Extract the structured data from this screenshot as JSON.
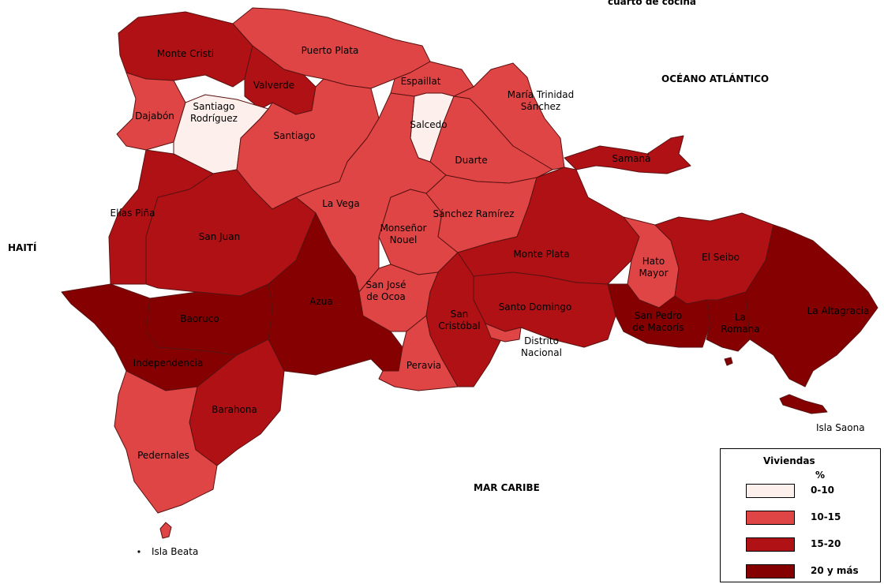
{
  "map": {
    "header_fragment": "cuarto de cocina",
    "sea_labels": {
      "atlantic": "OCÉANO ATLÁNTICO",
      "caribbean": "MAR CARIBE",
      "haiti": "HAITÍ"
    },
    "islands": {
      "saona": "Isla Saona",
      "beata": "Isla Beata"
    },
    "class_colors": {
      "0-10": "#fdf0ec",
      "10-15": "#e04545",
      "15-20": "#b01114",
      "20+": "#850000"
    },
    "provinces": [
      {
        "id": "monte-cristi",
        "label": "Monte Cristi",
        "class": "15-20"
      },
      {
        "id": "puerto-plata",
        "label": "Puerto Plata",
        "class": "10-15"
      },
      {
        "id": "valverde",
        "label": "Valverde",
        "class": "15-20"
      },
      {
        "id": "espaillat",
        "label": "Espaillat",
        "class": "10-15"
      },
      {
        "id": "maria-trinidad-sanchez",
        "label": "María Trinidad Sánchez",
        "lines": [
          "María Trinidad",
          "Sánchez"
        ],
        "class": "10-15"
      },
      {
        "id": "dajabon",
        "label": "Dajabón",
        "class": "10-15"
      },
      {
        "id": "santiago-rodriguez",
        "label": "Santiago Rodríguez",
        "lines": [
          "Santiago",
          "Rodríguez"
        ],
        "class": "0-10"
      },
      {
        "id": "santiago",
        "label": "Santiago",
        "class": "10-15"
      },
      {
        "id": "salcedo",
        "label": "Salcedo",
        "class": "0-10"
      },
      {
        "id": "duarte",
        "label": "Duarte",
        "class": "10-15"
      },
      {
        "id": "samana",
        "label": "Samaná",
        "class": "15-20"
      },
      {
        "id": "la-vega",
        "label": "La Vega",
        "class": "10-15"
      },
      {
        "id": "elias-pina",
        "label": "Elías Piña",
        "class": "15-20"
      },
      {
        "id": "san-juan",
        "label": "San Juan",
        "class": "15-20"
      },
      {
        "id": "monsenor-nouel",
        "label": "Monseñor Nouel",
        "lines": [
          "Monseñor",
          "Nouel"
        ],
        "class": "10-15"
      },
      {
        "id": "sanchez-ramirez",
        "label": "Sánchez Ramírez",
        "class": "10-15"
      },
      {
        "id": "monte-plata",
        "label": "Monte Plata",
        "class": "15-20"
      },
      {
        "id": "hato-mayor",
        "label": "Hato Mayor",
        "lines": [
          "Hato",
          "Mayor"
        ],
        "class": "10-15"
      },
      {
        "id": "el-seibo",
        "label": "El Seibo",
        "class": "15-20"
      },
      {
        "id": "la-altagracia",
        "label": "La Altagracia",
        "class": "20+"
      },
      {
        "id": "azua",
        "label": "Azua",
        "class": "20+"
      },
      {
        "id": "san-jose-de-ocoa",
        "label": "San José de Ocoa",
        "lines": [
          "San José",
          "de Ocoa"
        ],
        "class": "10-15"
      },
      {
        "id": "baoruco",
        "label": "Baoruco",
        "class": "20+"
      },
      {
        "id": "independencia",
        "label": "Independencia",
        "class": "20+"
      },
      {
        "id": "san-cristobal",
        "label": "San Cristóbal",
        "lines": [
          "San",
          "Cristóbal"
        ],
        "class": "15-20"
      },
      {
        "id": "santo-domingo",
        "label": "Santo Domingo",
        "class": "15-20"
      },
      {
        "id": "distrito-nacional",
        "label": "Distrito Nacional",
        "lines": [
          "Distrito",
          "Nacional"
        ],
        "class": "10-15"
      },
      {
        "id": "san-pedro-de-macoris",
        "label": "San Pedro de Macorís",
        "lines": [
          "San Pedro",
          "de Macorís"
        ],
        "class": "20+"
      },
      {
        "id": "la-romana",
        "label": "La Romana",
        "lines": [
          "La",
          "Romana"
        ],
        "class": "20+"
      },
      {
        "id": "peravia",
        "label": "Peravia",
        "class": "10-15"
      },
      {
        "id": "barahona",
        "label": "Barahona",
        "class": "15-20"
      },
      {
        "id": "pedernales",
        "label": "Pedernales",
        "class": "10-15"
      }
    ]
  },
  "legend": {
    "title": "Viviendas",
    "unit": "%",
    "items": [
      {
        "label": "0-10",
        "class": "0-10"
      },
      {
        "label": "10-15",
        "class": "10-15"
      },
      {
        "label": "15-20",
        "class": "15-20"
      },
      {
        "label": "20 y más",
        "class": "20+"
      }
    ]
  }
}
